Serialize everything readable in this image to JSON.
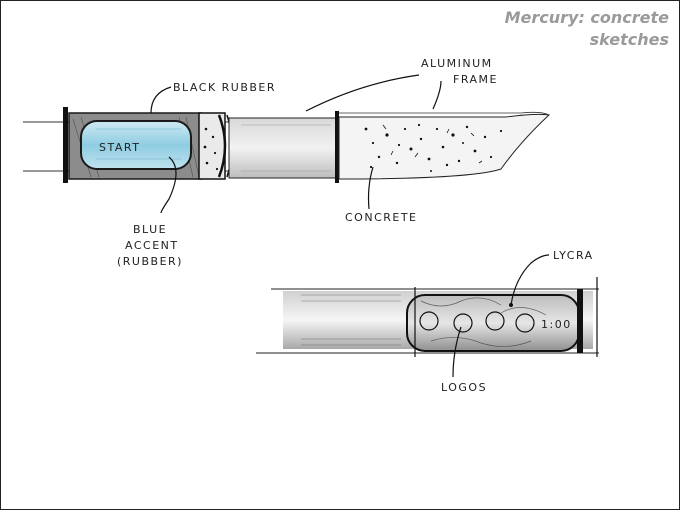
{
  "title": {
    "line1": "Mercury: concrete",
    "line2": "sketches"
  },
  "labels": {
    "black_rubber": "BLACK RUBBER",
    "aluminum_line1": "ALUMINUM",
    "aluminum_line2": "FRAME",
    "start": "START",
    "concrete": "CONCRETE",
    "blue_line1": "BLUE",
    "blue_line2": "ACCENT",
    "blue_line3": "(RUBBER)",
    "lycra": "LYCRA",
    "logos": "LOGOS",
    "time": "1:00"
  },
  "colors": {
    "blue_accent": "#9fd6e8",
    "title_gray": "#9a9a9a"
  }
}
